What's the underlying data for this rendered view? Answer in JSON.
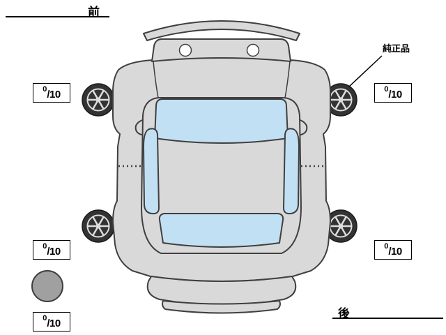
{
  "labels": {
    "front": "前",
    "rear": "後",
    "genuine_part": "純正品"
  },
  "tread_scores": {
    "front_left": {
      "value": "0",
      "max": "/10"
    },
    "front_right": {
      "value": "0",
      "max": "/10"
    },
    "rear_left": {
      "value": "0",
      "max": "/10"
    },
    "rear_right": {
      "value": "0",
      "max": "/10"
    },
    "spare": {
      "value": "0",
      "max": "/10"
    }
  },
  "icons": {
    "wheels": "alloy-wheel-icon",
    "spare_tire": "spare-tire-circle-icon"
  },
  "colors": {
    "bg": "#ffffff",
    "body": "#d9d9d9",
    "window": "#c2e0f3",
    "outline": "#3f3f3f",
    "wheel_dark": "#333333",
    "wheel_light": "#dddddd",
    "spare": "#a0a0a0",
    "line": "#000000"
  }
}
